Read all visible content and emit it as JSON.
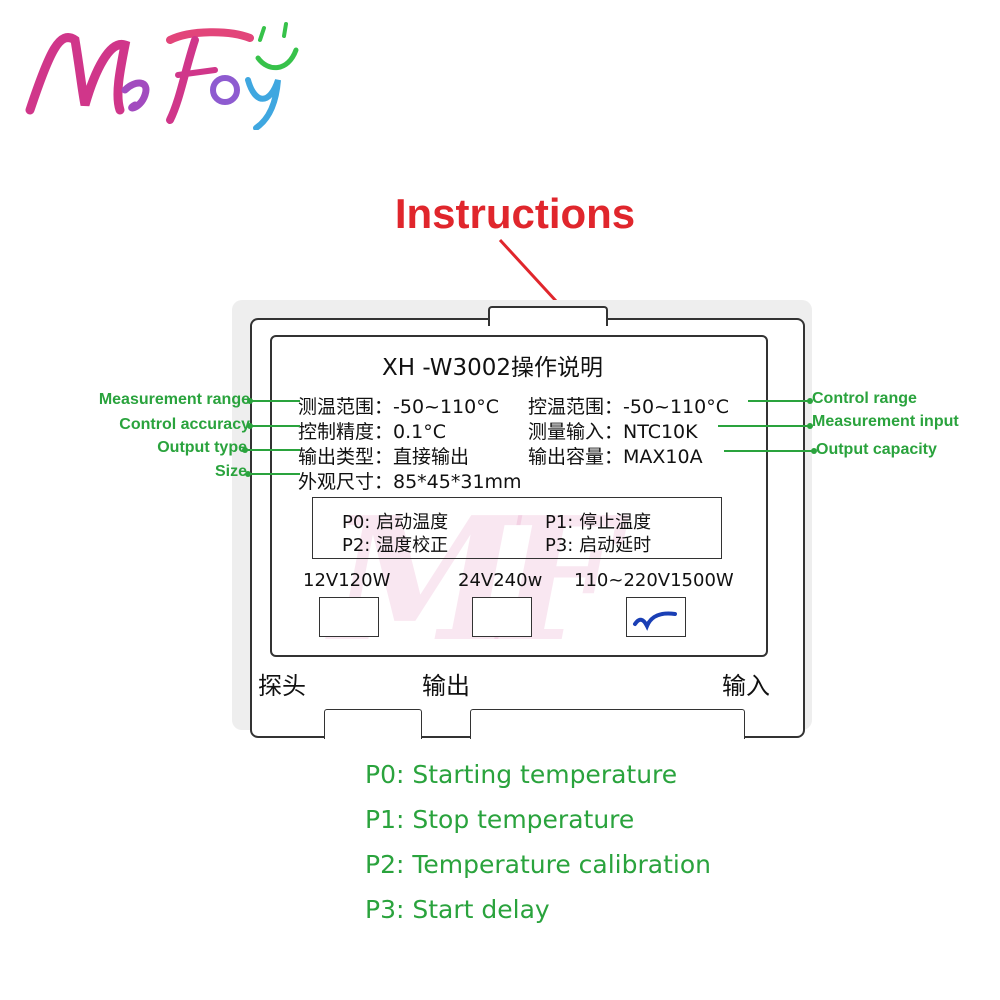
{
  "logo": {
    "text": "MeFoy"
  },
  "title": "Instructions",
  "device": {
    "title": "XH -W3002操作说明",
    "specs_left": [
      {
        "label": "测温范围：-50~110°C"
      },
      {
        "label": "控制精度：0.1°C"
      },
      {
        "label": "输出类型：直接输出"
      },
      {
        "label": "外观尺寸：85*45*31mm"
      }
    ],
    "specs_right": [
      {
        "label": "控温范围：-50~110°C"
      },
      {
        "label": "测量输入：NTC10K"
      },
      {
        "label": "输出容量：MAX10A"
      }
    ],
    "params": {
      "p0": "P0: 启动温度",
      "p1": "P1: 停止温度",
      "p2": "P2: 温度校正",
      "p3": "P3: 启动延时"
    },
    "power_options": [
      {
        "label": "12V120W",
        "checked": false
      },
      {
        "label": "24V240w",
        "checked": false
      },
      {
        "label": "110~220V1500W",
        "checked": true
      }
    ],
    "terminals": {
      "probe": "探头",
      "output": "输出",
      "input": "输入"
    }
  },
  "annotations": {
    "measurement_range": "Measurement range",
    "control_accuracy": "Control accuracy",
    "output_type": "Output type",
    "size": "Size",
    "control_range": "Control range",
    "measurement_input": "Measurement input",
    "output_capacity": "Output capacity"
  },
  "legend": [
    "P0: Starting temperature",
    "P1: Stop temperature",
    "P2: Temperature calibration",
    "P3: Start delay"
  ],
  "colors": {
    "title": "#e0262c",
    "annotation": "#2aa33d",
    "logo": "#d0368a",
    "check": "#1a3fb5"
  }
}
